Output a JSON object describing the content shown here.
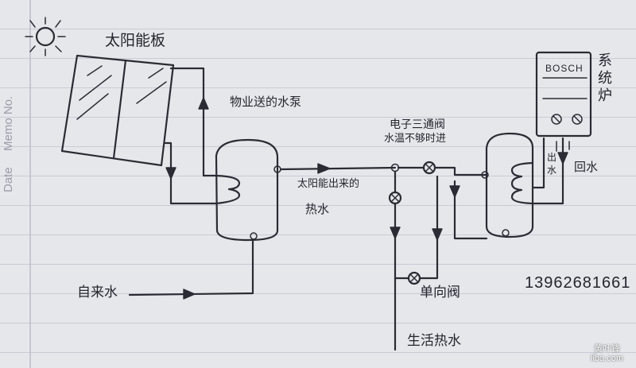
{
  "margin": {
    "memo_no": "Memo No.",
    "date": "Date"
  },
  "labels": {
    "solar_panel": "太阳能板",
    "circulation_pump": "物业送的水泵",
    "three_way_valve_line1": "电子三通阀",
    "three_way_valve_line2": "水温不够时进",
    "solar_output_line1": "太阳能出来的",
    "solar_output_line2": "热水",
    "tap_water": "自来水",
    "check_valve": "单向阀",
    "domestic_hot_water": "生活热水",
    "boiler": "系统炉",
    "boiler_brand": "BOSCH",
    "outflow": "出水",
    "return_water": "回水",
    "phone": "13962681661"
  },
  "watermark": {
    "line1": "黄叶锋",
    "line2": "liba.com"
  }
}
